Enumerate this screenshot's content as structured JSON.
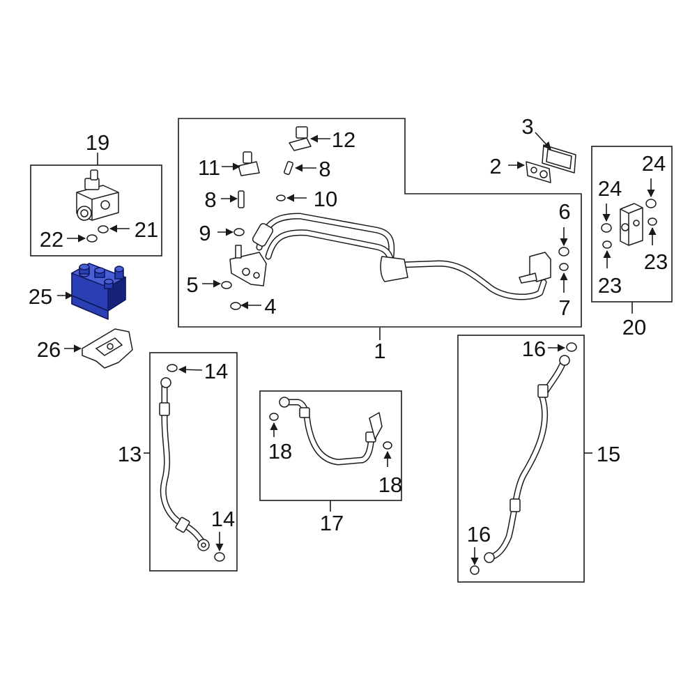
{
  "diagram": {
    "highlight_color": "#2b3fb5",
    "line_color": "#1a1a1a",
    "callouts": {
      "c1": "1",
      "c2": "2",
      "c3": "3",
      "c4": "4",
      "c5": "5",
      "c6": "6",
      "c7": "7",
      "c8a": "8",
      "c8b": "8",
      "c9": "9",
      "c10": "10",
      "c11": "11",
      "c12": "12",
      "c13": "13",
      "c14a": "14",
      "c14b": "14",
      "c15": "15",
      "c16a": "16",
      "c16b": "16",
      "c17": "17",
      "c18a": "18",
      "c18b": "18",
      "c19": "19",
      "c20": "20",
      "c21": "21",
      "c22": "22",
      "c23a": "23",
      "c23b": "23",
      "c24a": "24",
      "c24b": "24",
      "c25": "25",
      "c26": "26"
    }
  }
}
